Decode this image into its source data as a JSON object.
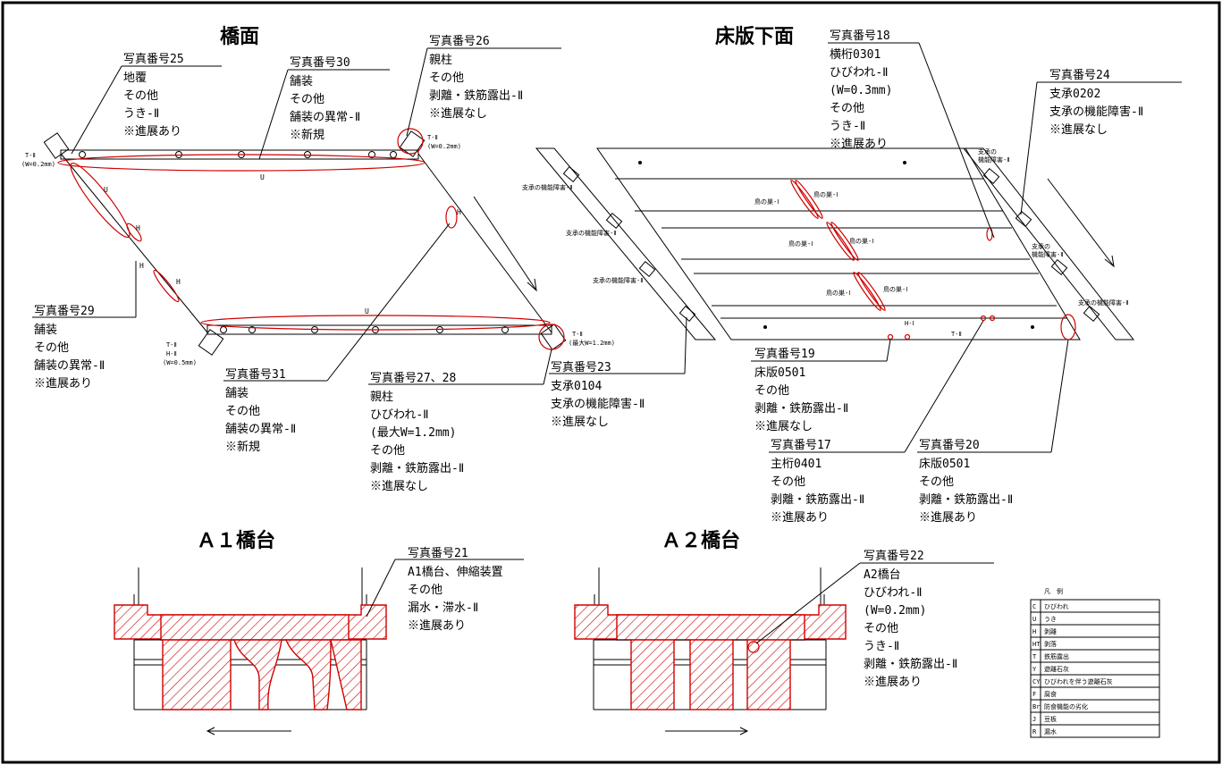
{
  "titles": {
    "deck": "橋面",
    "underside": "床版下面",
    "a1": "Ａ１橋台",
    "a2": "Ａ２橋台"
  },
  "photos": {
    "p25": [
      "写真番号25",
      "地覆",
      "その他",
      "うき-Ⅱ",
      "※進展あり"
    ],
    "p30": [
      "写真番号30",
      "舗装",
      "その他",
      "舗装の異常-Ⅱ",
      "※新規"
    ],
    "p26": [
      "写真番号26",
      "親柱",
      "その他",
      "剥離・鉄筋露出-Ⅱ",
      "※進展なし"
    ],
    "p29": [
      "写真番号29",
      "舗装",
      "その他",
      "舗装の異常-Ⅱ",
      "※進展あり"
    ],
    "p31": [
      "写真番号31",
      "舗装",
      "その他",
      "舗装の異常-Ⅱ",
      "※新規"
    ],
    "p2728": [
      "写真番号27、28",
      "親柱",
      "ひびわれ-Ⅱ",
      "(最大W=1.2mm)",
      "その他",
      "剥離・鉄筋露出-Ⅱ",
      "※進展なし"
    ],
    "p23": [
      "写真番号23",
      "支承0104",
      "支承の機能障害-Ⅱ",
      "※進展なし"
    ],
    "p18": [
      "写真番号18",
      "横桁0301",
      "ひびわれ-Ⅱ",
      "(W=0.3mm)",
      "その他",
      "うき-Ⅱ",
      "※進展あり"
    ],
    "p24": [
      "写真番号24",
      "支承0202",
      "支承の機能障害-Ⅱ",
      "※進展なし"
    ],
    "p19": [
      "写真番号19",
      "床版0501",
      "その他",
      "剥離・鉄筋露出-Ⅱ",
      "※進展なし"
    ],
    "p17": [
      "写真番号17",
      "主桁0401",
      "その他",
      "剥離・鉄筋露出-Ⅱ",
      "※進展あり"
    ],
    "p20": [
      "写真番号20",
      "床版0501",
      "その他",
      "剥離・鉄筋露出-Ⅱ",
      "※進展あり"
    ],
    "p21": [
      "写真番号21",
      "A1橋台、伸縮装置",
      "その他",
      "漏水・滞水-Ⅱ",
      "※進展あり"
    ],
    "p22": [
      "写真番号22",
      "A2橋台",
      "ひびわれ-Ⅱ",
      "(W=0.2mm)",
      "その他",
      "うき-Ⅱ",
      "剥離・鉄筋露出-Ⅱ",
      "※進展あり"
    ]
  },
  "marks": {
    "u": "U",
    "h": "H",
    "t2": "T-Ⅱ",
    "h2": "H-Ⅱ",
    "h1": "H-Ⅰ",
    "w02": "(W=0.2mm)",
    "w05": "(W=0.5mm)",
    "wmax12": "(最大W=1.2mm)",
    "bearing": "支承の機能障害-Ⅱ",
    "bearing_a": "支承の",
    "bearing_b": "機能障害-Ⅱ",
    "nest": "鳥の巣-Ⅰ"
  },
  "legend": {
    "title": "凡　例",
    "rows": [
      [
        "C",
        "ひびわれ"
      ],
      [
        "U",
        "うき"
      ],
      [
        "H",
        "剥離"
      ],
      [
        "HT",
        "剥落"
      ],
      [
        "T",
        "鉄筋露出"
      ],
      [
        "Y",
        "遊離石灰"
      ],
      [
        "CY",
        "ひびわれを伴う遊離石灰"
      ],
      [
        "F",
        "腐食"
      ],
      [
        "Br",
        "防食機能の劣化"
      ],
      [
        "J",
        "豆板"
      ],
      [
        "R",
        "漏水"
      ]
    ]
  },
  "colors": {
    "damage": "#d00000",
    "ink": "#000000"
  }
}
